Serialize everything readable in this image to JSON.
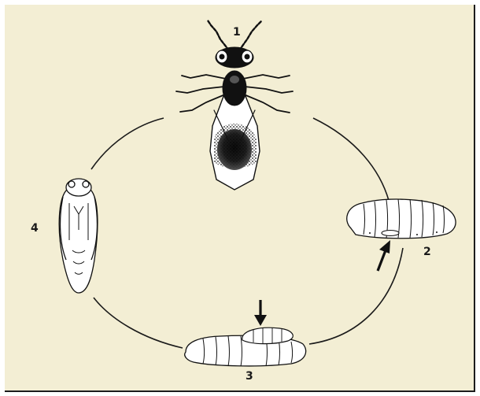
{
  "stages": [
    {
      "label": "1",
      "icon": "adult-wasp-icon"
    },
    {
      "label": "2",
      "icon": "host-larva-with-egg-icon"
    },
    {
      "label": "3",
      "icon": "host-larva-with-parasitoid-larva-icon"
    },
    {
      "label": "4",
      "icon": "pupa-icon"
    }
  ],
  "colors": {
    "background": "#f3eed4",
    "ink": "#1a1a1a",
    "body": "#ffffff"
  }
}
